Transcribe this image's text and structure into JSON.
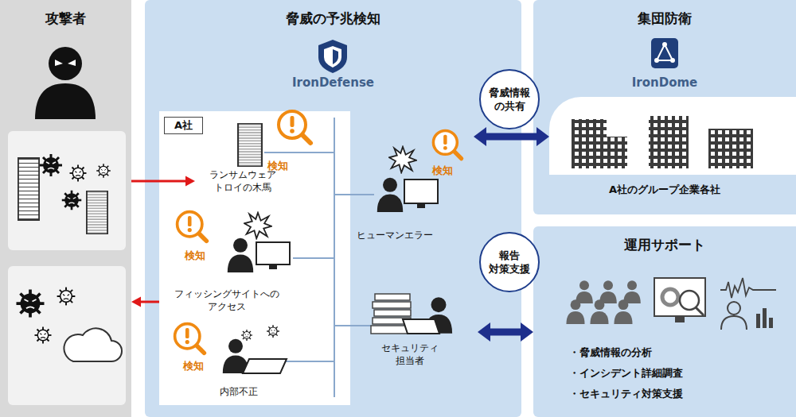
{
  "diagram": {
    "nodes": [
      {
        "text": [
          "攻撃者"
        ]
      },
      {
        "text": [
          "脅威の予兆検知",
          "IronDefense"
        ]
      },
      {
        "text": [
          "A社"
        ],
        "in": 1
      },
      {
        "text": [
          "ランサムウェア トロイの木馬"
        ],
        "in": 2
      },
      {
        "text": [
          "フィッシングサイトへの アクセス"
        ],
        "in": 2
      },
      {
        "text": [
          "内部不正"
        ],
        "in": 2
      },
      {
        "text": [
          "ヒューマンエラー"
        ],
        "in": 1
      },
      {
        "text": [
          "セキュリティ 担当者"
        ],
        "in": 1
      },
      {
        "text": [
          "脅威情報 の共有"
        ]
      },
      {
        "text": [
          "集団防衛",
          "IronDome"
        ]
      },
      {
        "text": [
          "A社のグループ企業各社"
        ],
        "in": 9
      },
      {
        "text": [
          "報告 対策支援"
        ]
      },
      {
        "text": [
          "運用サポート",
          "・脅威情報の分析",
          "・インシデント詳細調査",
          "・セキュリティ対策支援"
        ]
      }
    ],
    "edges": [
      {
        "from": 0,
        "to": 3,
        "arrow": "to"
      },
      {
        "from": 2,
        "to": 0,
        "arrow": "to"
      },
      {
        "from": 6,
        "to": 10,
        "arrow": "both"
      },
      {
        "from": 7,
        "to": 12,
        "arrow": "both"
      }
    ],
    "labels": [
      "検知",
      "検知",
      "検知",
      "検知"
    ]
  }
}
